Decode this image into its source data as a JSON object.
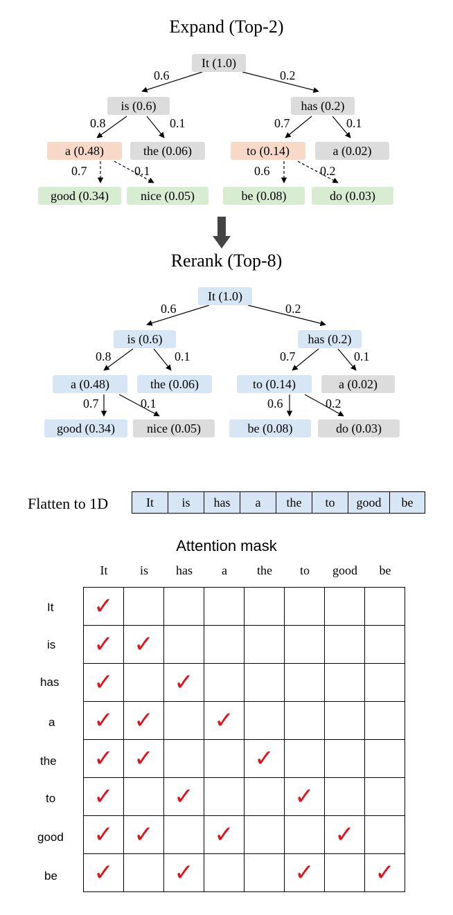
{
  "colors": {
    "gray": "#dcdcdc",
    "peach": "#f8d9c7",
    "green": "#d8ecd2",
    "blue": "#d6e6f5",
    "check": "#e5101a"
  },
  "expand": {
    "title": "Expand (Top-2)",
    "nodes": {
      "it": "It (1.0)",
      "is": "is (0.6)",
      "has": "has (0.2)",
      "a": "a (0.48)",
      "the": "the (0.06)",
      "to": "to (0.14)",
      "a2": "a (0.02)",
      "good": "good (0.34)",
      "nice": "nice (0.05)",
      "be": "be (0.08)",
      "do": "do (0.03)"
    },
    "edges": {
      "it_is": "0.6",
      "it_has": "0.2",
      "is_a": "0.8",
      "is_the": "0.1",
      "has_to": "0.7",
      "has_a2": "0.1",
      "a_good": "0.7",
      "a_nice": "0.1",
      "to_be": "0.6",
      "to_do": "0.2"
    }
  },
  "rerank": {
    "title": "Rerank (Top-8)",
    "nodes": {
      "it": "It (1.0)",
      "is": "is (0.6)",
      "has": "has (0.2)",
      "a": "a (0.48)",
      "the": "the (0.06)",
      "to": "to (0.14)",
      "a2": "a (0.02)",
      "good": "good (0.34)",
      "nice": "nice (0.05)",
      "be": "be (0.08)",
      "do": "do (0.03)"
    },
    "edges": {
      "it_is": "0.6",
      "it_has": "0.2",
      "is_a": "0.8",
      "is_the": "0.1",
      "has_to": "0.7",
      "has_a2": "0.1",
      "a_good": "0.7",
      "a_nice": "0.1",
      "to_be": "0.6",
      "to_do": "0.2"
    }
  },
  "flatten": {
    "label": "Flatten to 1D",
    "tokens": [
      "It",
      "is",
      "has",
      "a",
      "the",
      "to",
      "good",
      "be"
    ]
  },
  "mask": {
    "title": "Attention mask",
    "columns": [
      "It",
      "is",
      "has",
      "a",
      "the",
      "to",
      "good",
      "be"
    ],
    "rows": [
      "It",
      "is",
      "has",
      "a",
      "the",
      "to",
      "good",
      "be"
    ],
    "check_symbol": "✓",
    "matrix": [
      [
        1,
        0,
        0,
        0,
        0,
        0,
        0,
        0
      ],
      [
        1,
        1,
        0,
        0,
        0,
        0,
        0,
        0
      ],
      [
        1,
        0,
        1,
        0,
        0,
        0,
        0,
        0
      ],
      [
        1,
        1,
        0,
        1,
        0,
        0,
        0,
        0
      ],
      [
        1,
        1,
        0,
        0,
        1,
        0,
        0,
        0
      ],
      [
        1,
        0,
        1,
        0,
        0,
        1,
        0,
        0
      ],
      [
        1,
        1,
        0,
        1,
        0,
        0,
        1,
        0
      ],
      [
        1,
        0,
        1,
        0,
        0,
        1,
        0,
        1
      ]
    ]
  }
}
